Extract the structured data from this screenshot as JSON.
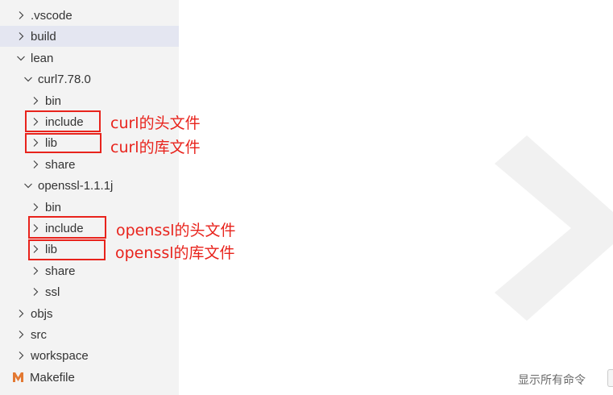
{
  "explorer": {
    "items": [
      {
        "label": ".vscode",
        "state": "collapsed"
      },
      {
        "label": "build",
        "state": "collapsed"
      },
      {
        "label": "lean",
        "state": "expanded"
      },
      {
        "label": "curl7.78.0",
        "state": "expanded"
      },
      {
        "label": "bin",
        "state": "collapsed"
      },
      {
        "label": "include",
        "state": "collapsed"
      },
      {
        "label": "lib",
        "state": "collapsed"
      },
      {
        "label": "share",
        "state": "collapsed"
      },
      {
        "label": "openssl-1.1.1j",
        "state": "expanded"
      },
      {
        "label": "bin",
        "state": "collapsed"
      },
      {
        "label": "include",
        "state": "collapsed"
      },
      {
        "label": "lib",
        "state": "collapsed"
      },
      {
        "label": "share",
        "state": "collapsed"
      },
      {
        "label": "ssl",
        "state": "collapsed"
      },
      {
        "label": "objs",
        "state": "collapsed"
      },
      {
        "label": "src",
        "state": "collapsed"
      },
      {
        "label": "workspace",
        "state": "collapsed"
      },
      {
        "label": "Makefile",
        "state": "file",
        "icon": "makefile-icon"
      }
    ]
  },
  "annotations": {
    "curl_include": "curl的头文件",
    "curl_lib": "curl的库文件",
    "openssl_include": "openssl的头文件",
    "openssl_lib": "openssl的库文件"
  },
  "editor": {
    "command_hint": "显示所有命令"
  },
  "colors": {
    "sidebar_bg": "#f3f3f3",
    "selection_bg": "#e4e6f1",
    "annotation_red": "#e8231c",
    "makefile_icon": "#e37933",
    "watermark": "#f1f1f1"
  }
}
